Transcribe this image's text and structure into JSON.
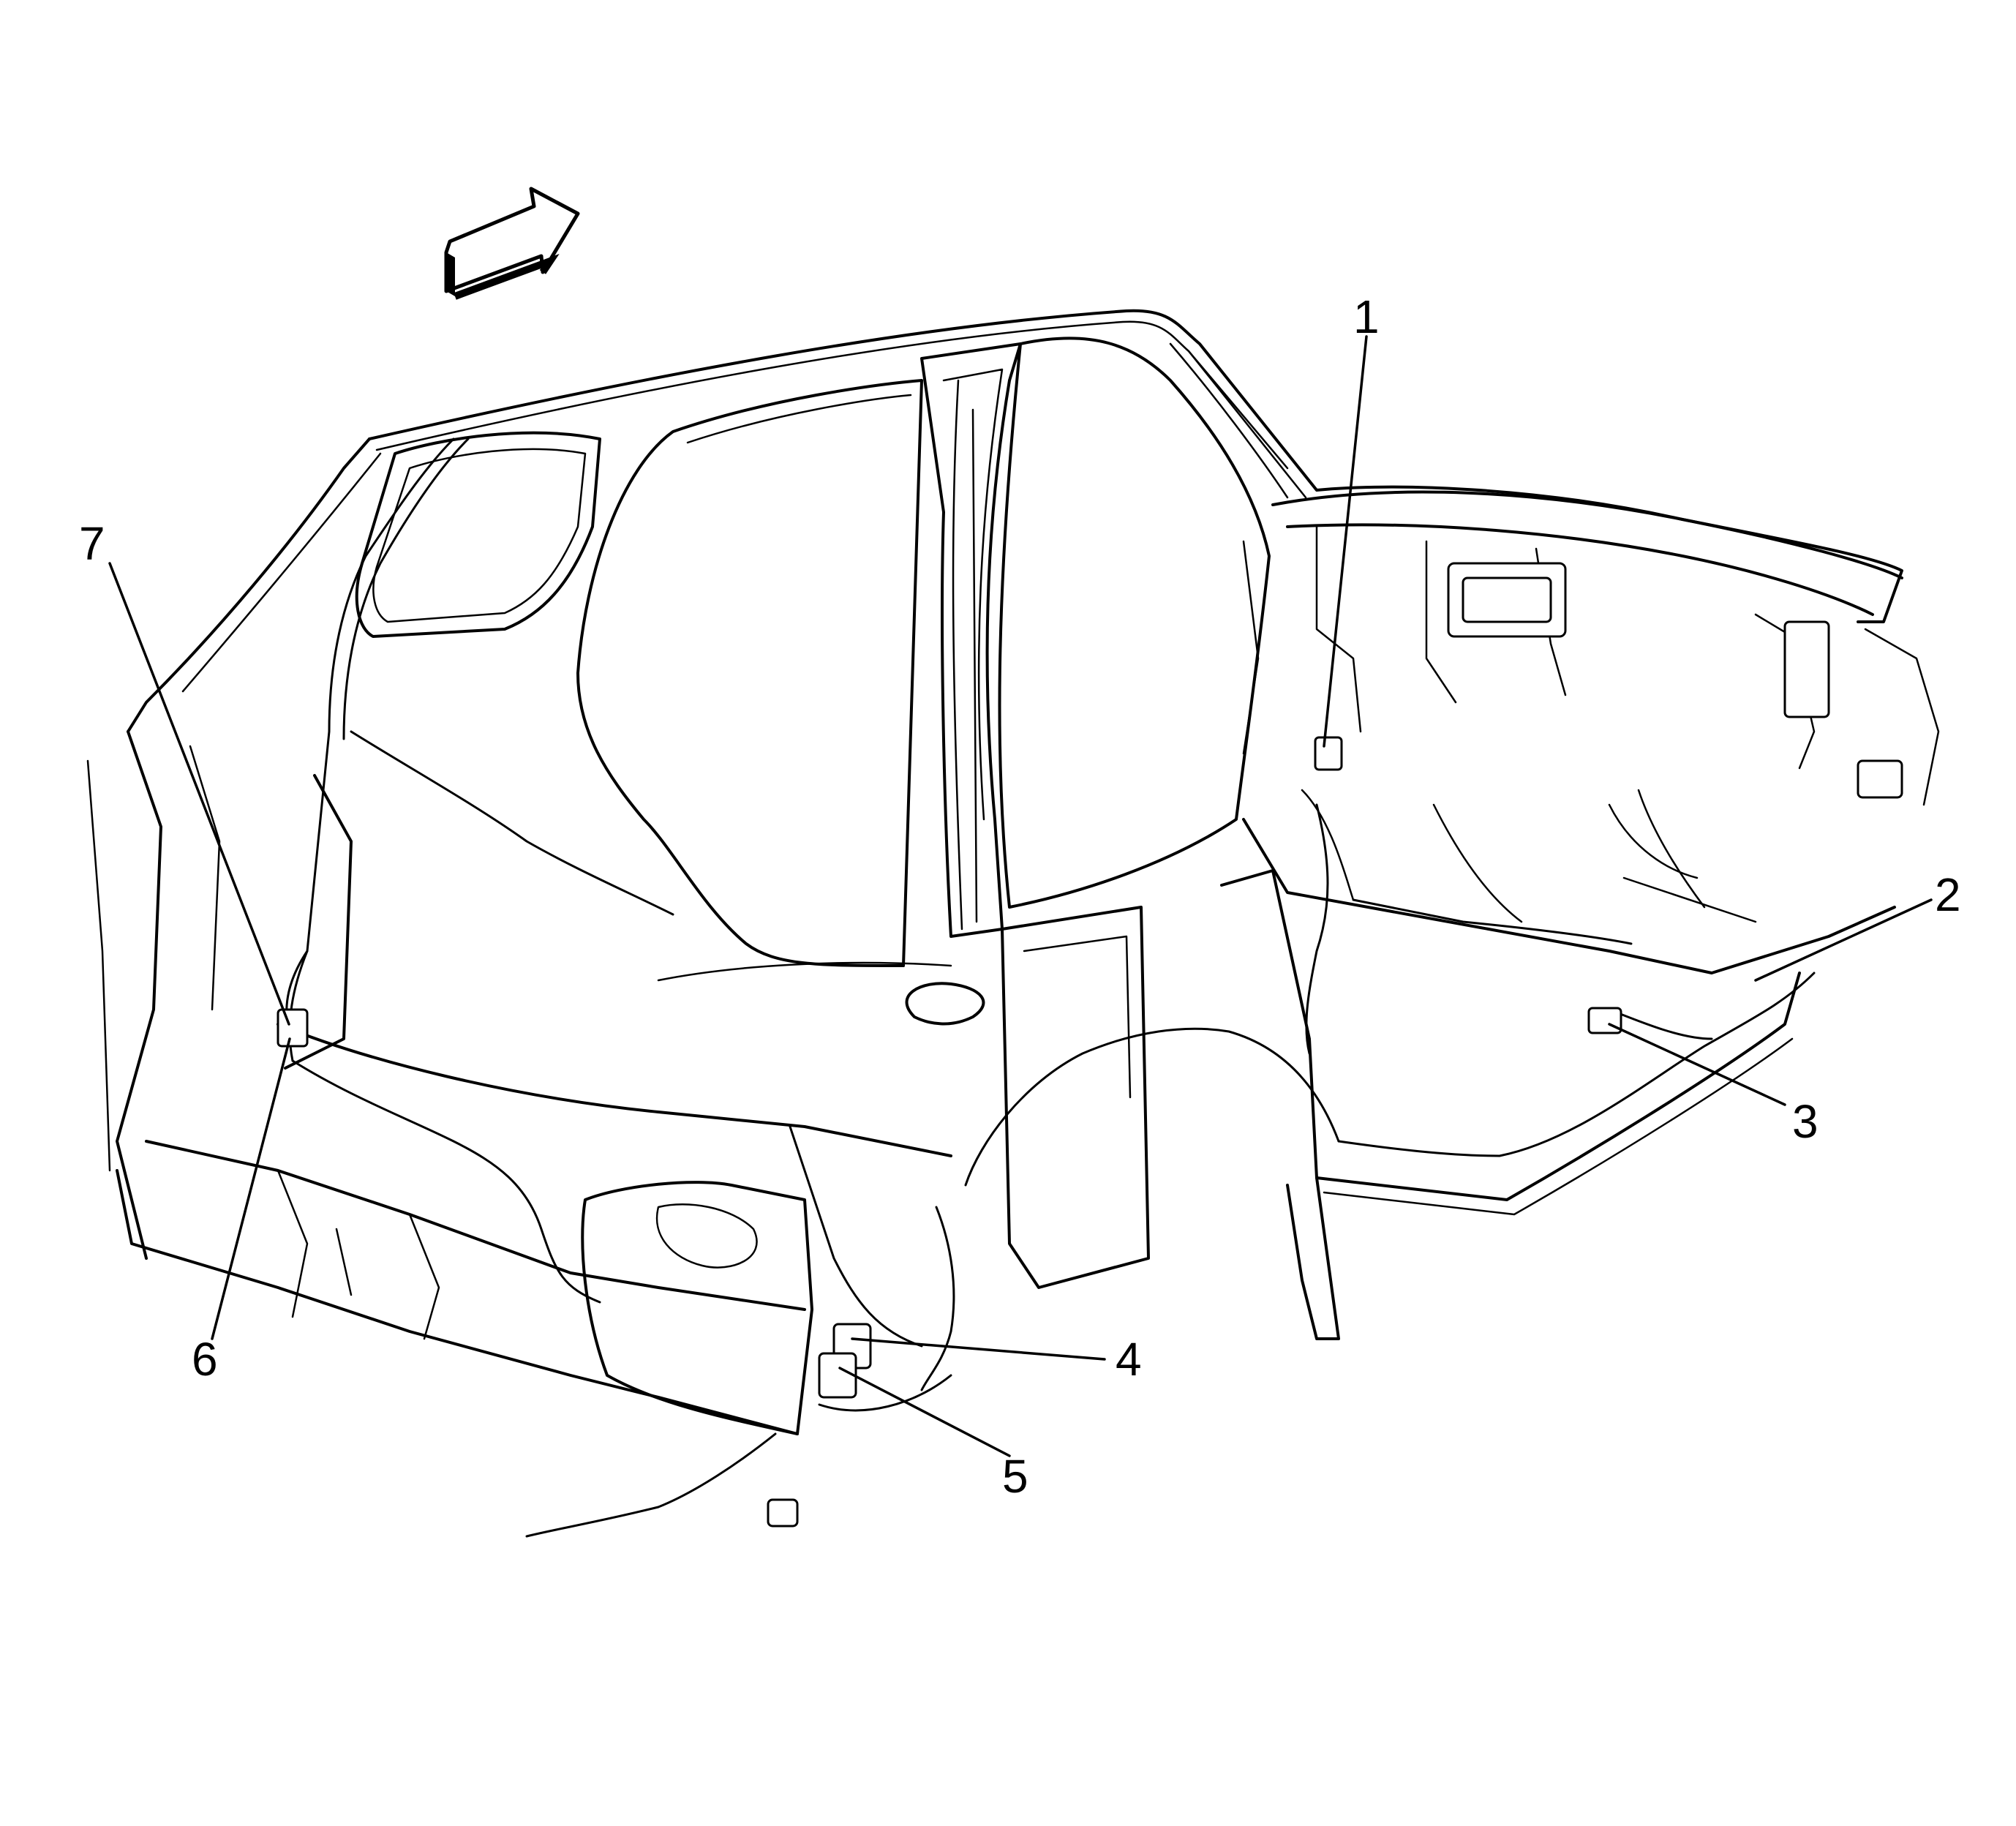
{
  "callouts": [
    {
      "id": "1",
      "label": "1"
    },
    {
      "id": "2",
      "label": "2"
    },
    {
      "id": "3",
      "label": "3"
    },
    {
      "id": "4",
      "label": "4"
    },
    {
      "id": "5",
      "label": "5"
    },
    {
      "id": "6",
      "label": "6"
    },
    {
      "id": "7",
      "label": "7"
    }
  ],
  "icons": {
    "direction_arrow": "front-direction-arrow-icon"
  },
  "colors": {
    "line": "#000000",
    "background": "#ffffff"
  }
}
